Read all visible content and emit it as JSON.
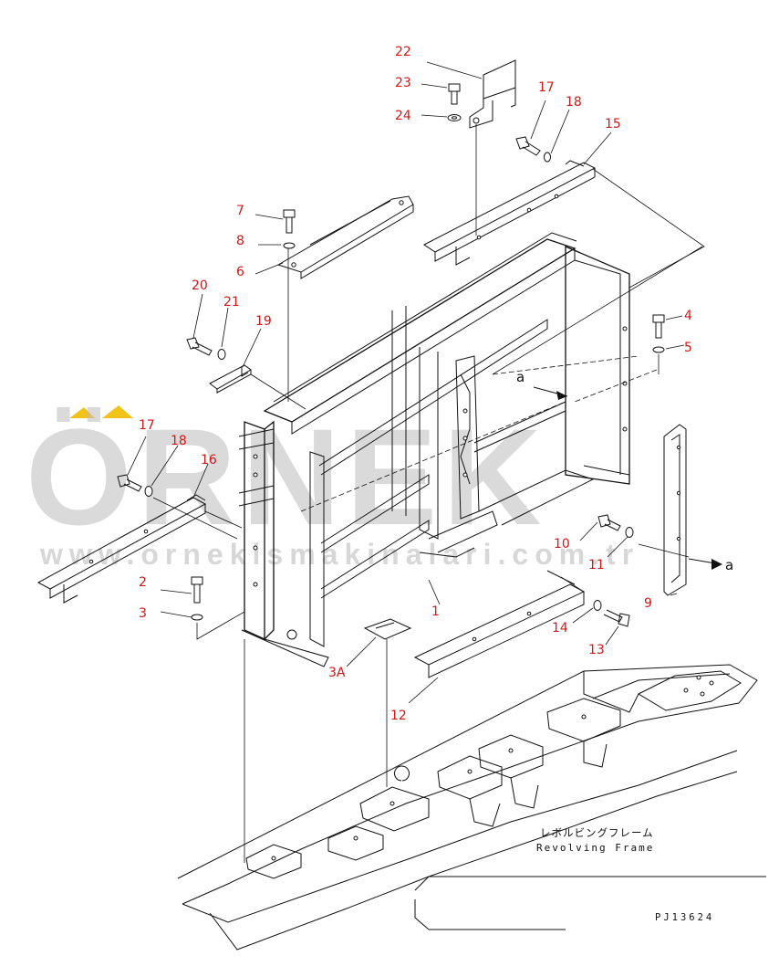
{
  "diagram": {
    "callouts": [
      {
        "id": "n22",
        "text": "22"
      },
      {
        "id": "n23",
        "text": "23"
      },
      {
        "id": "n24",
        "text": "24"
      },
      {
        "id": "n17a",
        "text": "17"
      },
      {
        "id": "n18a",
        "text": "18"
      },
      {
        "id": "n15",
        "text": "15"
      },
      {
        "id": "n7",
        "text": "7"
      },
      {
        "id": "n8",
        "text": "8"
      },
      {
        "id": "n6",
        "text": "6"
      },
      {
        "id": "n20",
        "text": "20"
      },
      {
        "id": "n21",
        "text": "21"
      },
      {
        "id": "n19",
        "text": "19"
      },
      {
        "id": "n4",
        "text": "4"
      },
      {
        "id": "n5",
        "text": "5"
      },
      {
        "id": "n17b",
        "text": "17"
      },
      {
        "id": "n18b",
        "text": "18"
      },
      {
        "id": "n16",
        "text": "16"
      },
      {
        "id": "n2",
        "text": "2"
      },
      {
        "id": "n3",
        "text": "3"
      },
      {
        "id": "n10",
        "text": "10"
      },
      {
        "id": "n11",
        "text": "11"
      },
      {
        "id": "n9",
        "text": "9"
      },
      {
        "id": "n1",
        "text": "1"
      },
      {
        "id": "n14",
        "text": "14"
      },
      {
        "id": "n13",
        "text": "13"
      },
      {
        "id": "n3a",
        "text": "3A"
      },
      {
        "id": "n12",
        "text": "12"
      }
    ],
    "ref_letter_1": "a",
    "ref_letter_2": "a",
    "frame_label_jp": "レボルビングフレーム",
    "frame_label_en": "Revolving Frame",
    "drawing_code": "PJ13624"
  },
  "watermark": {
    "brand": "ÖRNEK",
    "url": "www.ornekismakinalari.com.tr",
    "accent_color": "#f2c318"
  }
}
